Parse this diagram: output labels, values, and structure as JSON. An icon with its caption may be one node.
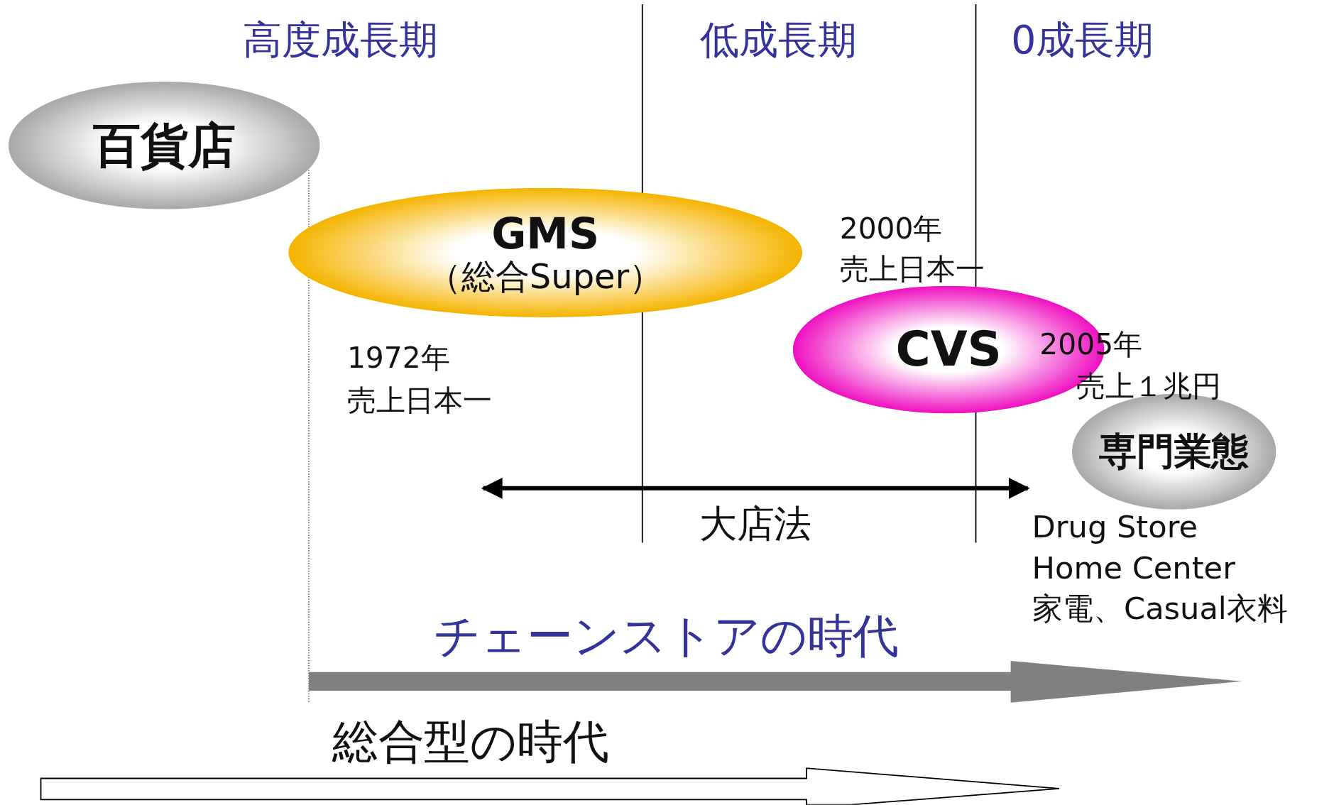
{
  "diagram": {
    "nodes": [
      {
        "text": [
          "百貨店"
        ]
      },
      {
        "text": [
          "GMS",
          "（総合Super）"
        ]
      },
      {
        "text": [
          "CVS"
        ]
      },
      {
        "text": [
          "専門業態"
        ]
      }
    ],
    "labels": [
      "高度成長期",
      "低成長期",
      "0成長期",
      "2000年",
      "売上日本一",
      "1972年",
      "売上日本一",
      "2005年",
      "売上１兆円",
      "大店法",
      "Drug Store",
      "Home Center",
      "家電、Casual衣料",
      "チェーンストアの時代",
      "総合型の時代"
    ]
  }
}
